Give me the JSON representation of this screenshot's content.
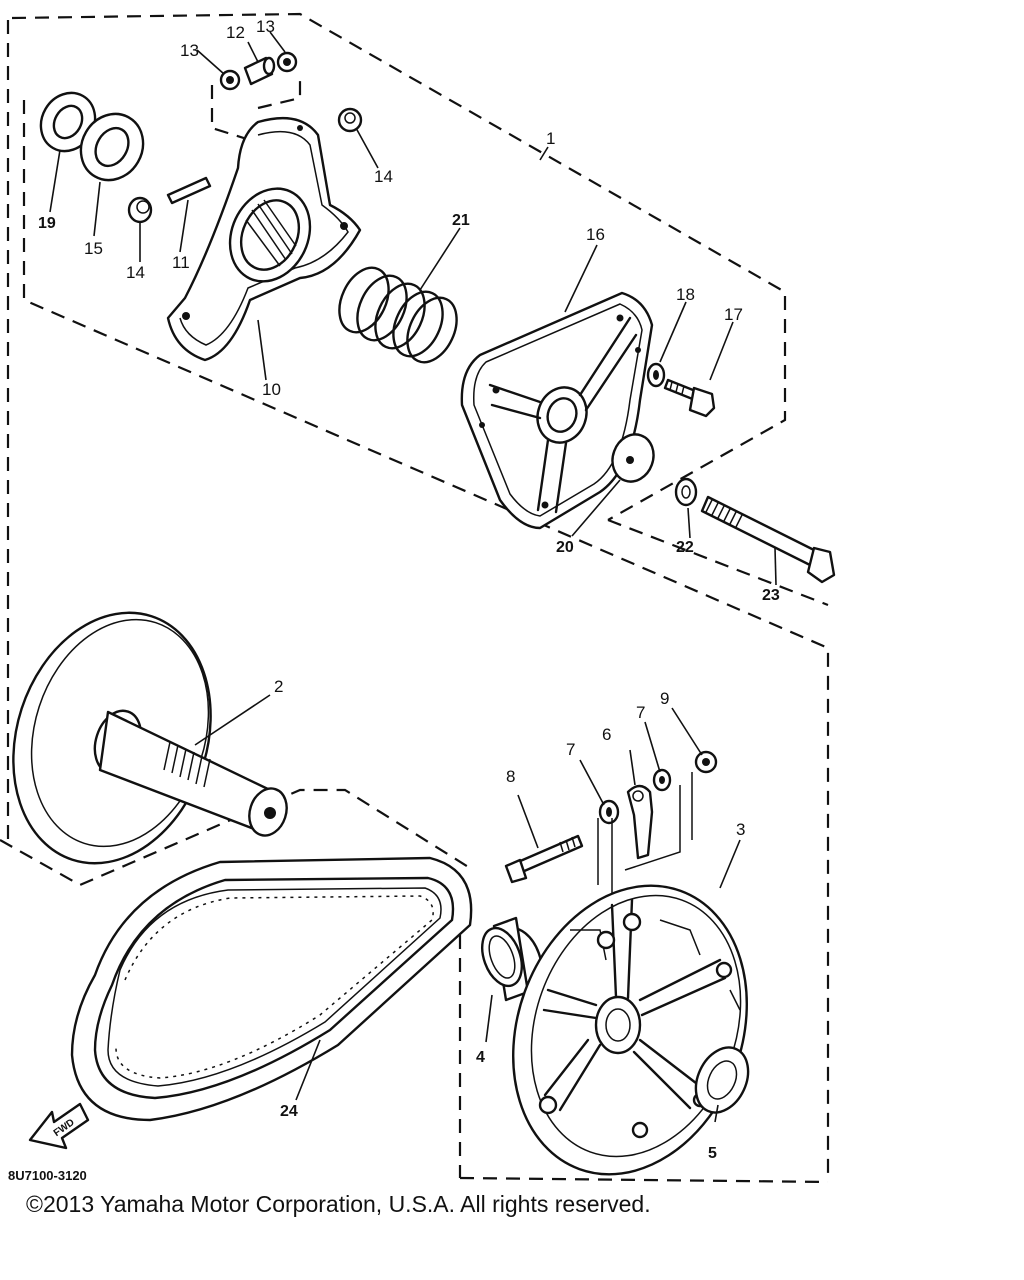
{
  "diagram": {
    "callouts": {
      "c1": "1",
      "c2": "2",
      "c3": "3",
      "c4": "4",
      "c5": "5",
      "c6": "6",
      "c7a": "7",
      "c7b": "7",
      "c8": "8",
      "c9": "9",
      "c10": "10",
      "c11": "11",
      "c12": "12",
      "c13a": "13",
      "c13b": "13",
      "c14a": "14",
      "c14b": "14",
      "c15": "15",
      "c16": "16",
      "c17": "17",
      "c18": "18",
      "c19": "19",
      "c20": "20",
      "c21": "21",
      "c22": "22",
      "c23": "23",
      "c24": "24"
    },
    "fwd_label": "FWD",
    "reference_code": "8U7100-3120",
    "copyright": "©2013 Yamaha Motor Corporation, U.S.A. All rights reserved."
  }
}
